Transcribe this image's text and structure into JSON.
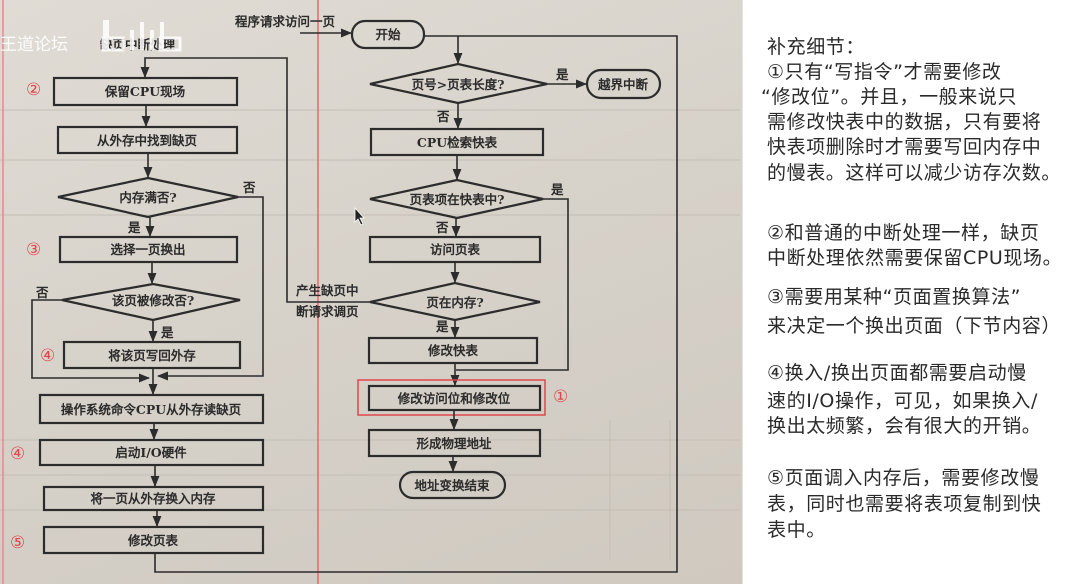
{
  "watermark": {
    "forum": "王道论坛",
    "logo": "bilibili"
  },
  "flowchart": {
    "title": "缺页中断处理",
    "request_label": "程序请求访问一页",
    "start": "开始",
    "check_bounds": "页号>页表长度?",
    "out_of_bounds": "越界中断",
    "search_tlb": "CPU检索快表",
    "in_tlb": "页表项在快表中?",
    "access_page_table": "访问页表",
    "page_in_memory": "页在内存?",
    "page_fault_label_1": "产生缺页中",
    "page_fault_label_2": "断请求调页",
    "update_tlb": "修改快表",
    "update_bits": "修改访问位和修改位",
    "form_physical_address": "形成物理地址",
    "end": "地址变换结束",
    "save_cpu_state": "保留CPU现场",
    "find_page": "从外存中找到缺页",
    "memory_full": "内存满否?",
    "select_victim": "选择一页换出",
    "page_modified": "该页被修改否?",
    "write_back": "将该页写回外存",
    "os_read_page": "操作系统命令CPU从外存读缺页",
    "start_io": "启动I/O硬件",
    "swap_in": "将一页从外存换入内存",
    "update_page_table": "修改页表",
    "yes": "是",
    "no": "否"
  },
  "annotations": {
    "color": "#e0474c",
    "markers": [
      "①",
      "②",
      "③",
      "④",
      "④",
      "⑤"
    ]
  },
  "notes": {
    "heading": "补充细节：",
    "lines": [
      "①只有“写指令”才需要修改",
      "“修改位”。并且，一般来说只",
      "需修改快表中的数据，只有要将",
      "快表项删除时才需要写回内存中",
      "的慢表。这样可以减少访存次数。",
      "②和普通的中断处理一样，缺页",
      "中断处理依然需要保留CPU现场。",
      "③需要用某种“页面置换算法”",
      "来决定一个换出页面（下节内容）",
      "④换入/换出页面都需要启动慢",
      "速的I/O操作，可见，如果换入/",
      "换出太频繁，会有很大的开销。",
      "⑤页面调入内存后，需要修改慢",
      "表，同时也需要将表项复制到快",
      "表中。"
    ]
  }
}
